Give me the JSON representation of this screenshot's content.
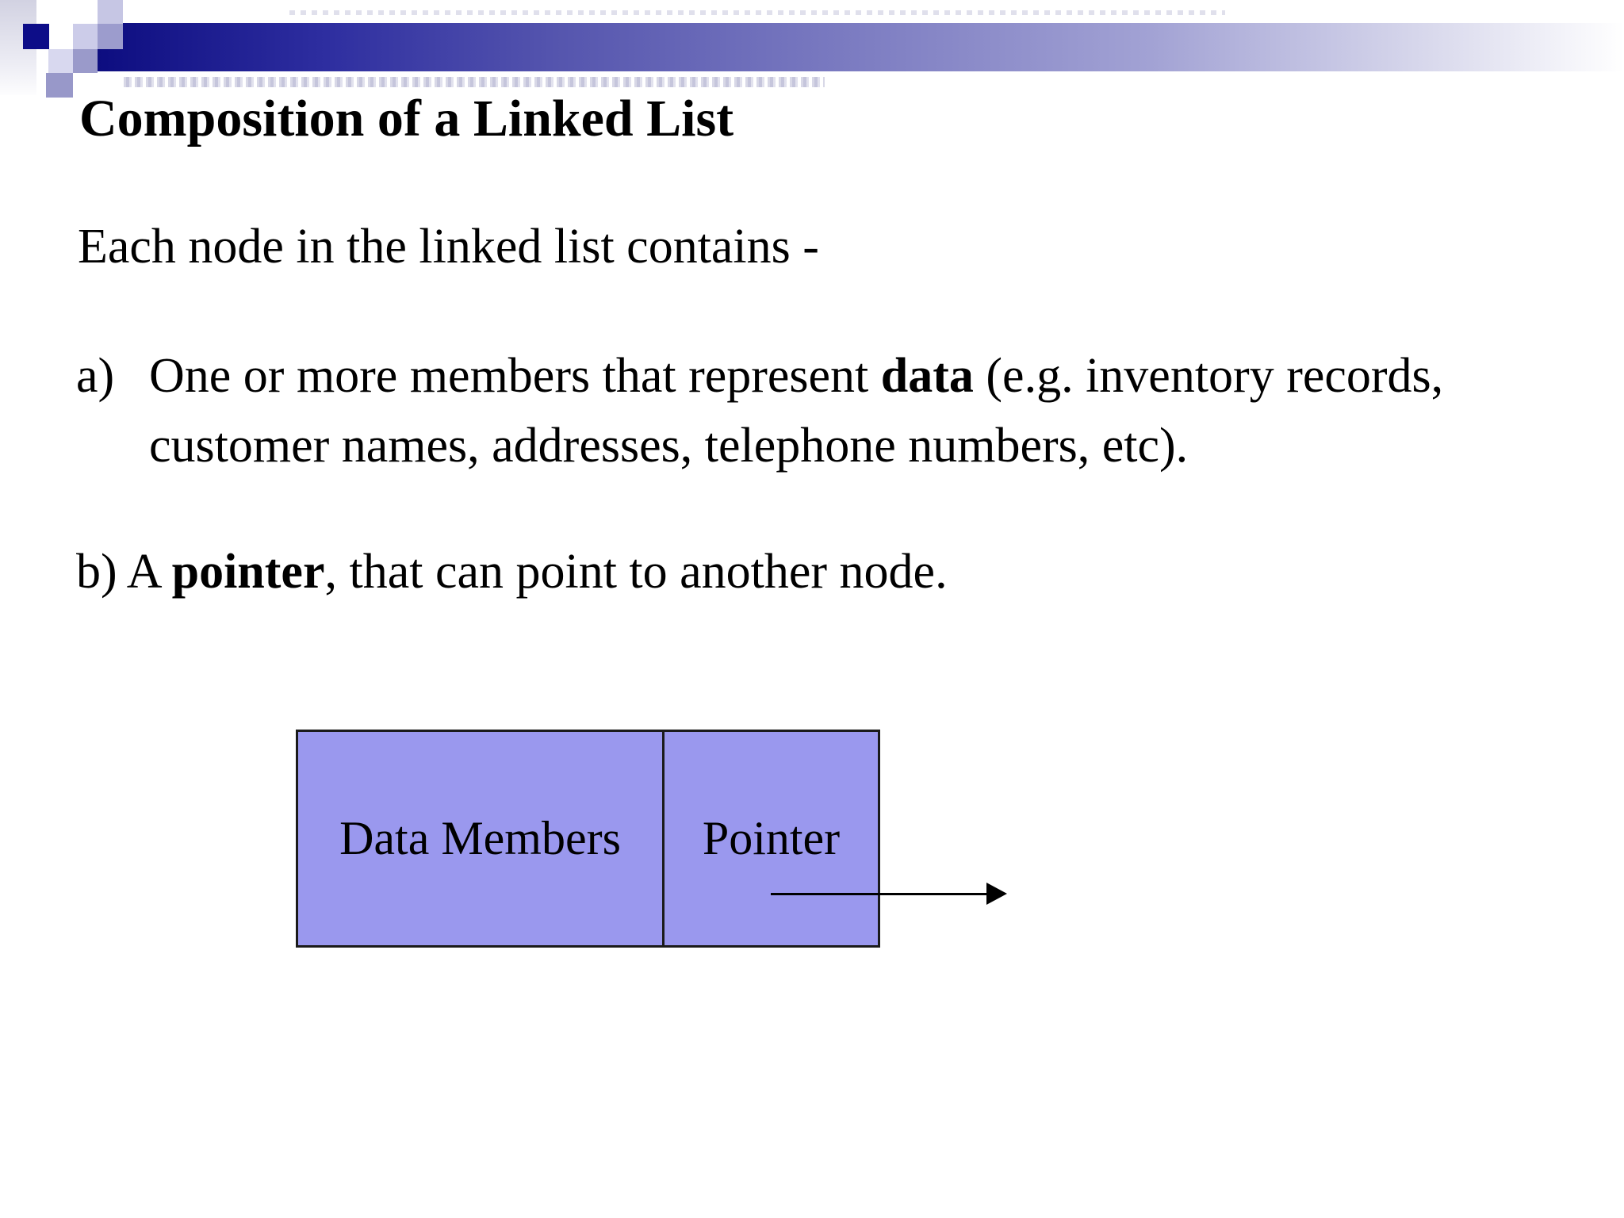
{
  "slide": {
    "title": "Composition of a Linked List",
    "intro": "Each node in the linked list contains -",
    "items": {
      "a": {
        "marker": "a)",
        "line1_pre": "One or more members that represent ",
        "line1_bold": "data",
        "line1_post": " (e.g. inventory records,",
        "line2": "customer names, addresses, telephone numbers, etc)."
      },
      "b": {
        "marker": "b)",
        "pre": " A ",
        "bold": "pointer",
        "post": ", that can point to another node."
      }
    },
    "diagram": {
      "cells": [
        "Data Members",
        "Pointer"
      ],
      "node_fill": "#9a98ee",
      "node_border": "#1a1a1a",
      "arrow_color": "#000000"
    },
    "colors": {
      "bar_gradient": [
        "#0d0d80",
        "#2e2ea0",
        "#5555ae",
        "#7575be",
        "#a2a2d4",
        "#d8d8ec",
        "#ffffff"
      ],
      "mosaic_navy": "#0d0d88",
      "mosaic_medium": "#9c9ccd",
      "mosaic_light": "#cccce9",
      "text": "#000000",
      "background": "#ffffff"
    }
  }
}
